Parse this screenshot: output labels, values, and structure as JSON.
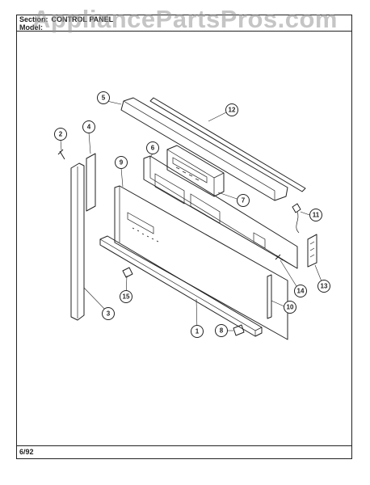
{
  "header": {
    "section_label": "Section:",
    "section_value": "CONTROL PANEL",
    "model_label": "Model:",
    "model_value": ""
  },
  "watermark": "AppliancePartsPros.com",
  "footer": {
    "date": "6/92"
  },
  "callouts": [
    {
      "num": "1"
    },
    {
      "num": "2"
    },
    {
      "num": "3"
    },
    {
      "num": "4"
    },
    {
      "num": "5"
    },
    {
      "num": "6"
    },
    {
      "num": "7"
    },
    {
      "num": "8"
    },
    {
      "num": "9"
    },
    {
      "num": "10"
    },
    {
      "num": "11"
    },
    {
      "num": "12"
    },
    {
      "num": "13"
    },
    {
      "num": "14"
    },
    {
      "num": "15"
    }
  ],
  "colors": {
    "line": "#222222",
    "watermark": "#969696"
  }
}
